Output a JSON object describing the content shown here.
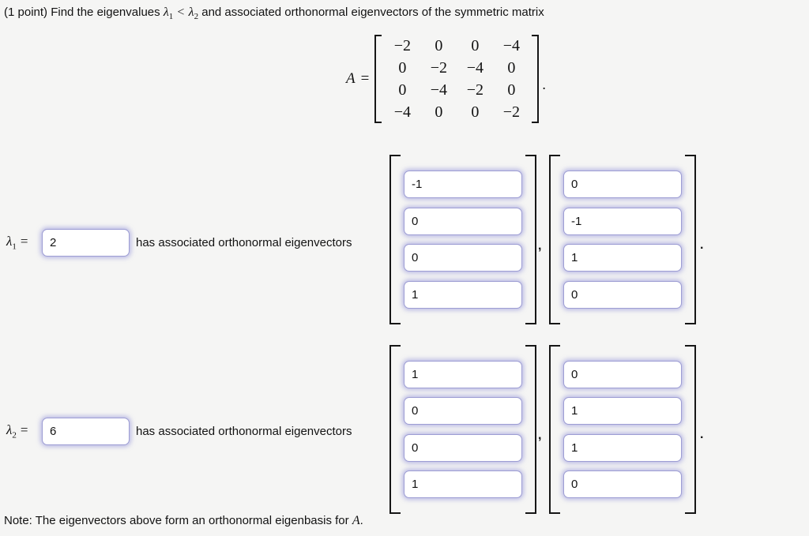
{
  "problem": {
    "points": "(1 point)",
    "find_pre": "Find the eigenvalues",
    "lambda": "λ",
    "sub1": "1",
    "lt": "<",
    "sub2": "2",
    "find_post": "and associated orthonormal eigenvectors of the symmetric matrix"
  },
  "matrix": {
    "name": "A",
    "equals": "=",
    "rows": [
      [
        "−2",
        "0",
        "0",
        "−4"
      ],
      [
        "0",
        "−2",
        "−4",
        "0"
      ],
      [
        "0",
        "−4",
        "−2",
        "0"
      ],
      [
        "−4",
        "0",
        "0",
        "−2"
      ]
    ],
    "period": "."
  },
  "eigen_rows": [
    {
      "lambda_symbol": "λ",
      "lambda_sub": "1",
      "equals": "=",
      "value": "2",
      "description": "has associated orthonormal eigenvectors",
      "vectors": [
        [
          "-1",
          "0",
          "0",
          "1"
        ],
        [
          "0",
          "-1",
          "1",
          "0"
        ]
      ],
      "separator": ",",
      "terminator": "."
    },
    {
      "lambda_symbol": "λ",
      "lambda_sub": "2",
      "equals": "=",
      "value": "6",
      "description": "has associated orthonormal eigenvectors",
      "vectors": [
        [
          "1",
          "0",
          "0",
          "1"
        ],
        [
          "0",
          "1",
          "1",
          "0"
        ]
      ],
      "separator": ",",
      "terminator": "."
    }
  ],
  "note": {
    "prefix": "Note: The eigenvectors above form an orthonormal eigenbasis for",
    "matrix_name": "A",
    "suffix": "."
  },
  "colors": {
    "background": "#f5f5f4",
    "input_border": "#9d9dd3",
    "input_glow": "rgba(128,128,214,0.5)",
    "text": "#121212"
  }
}
